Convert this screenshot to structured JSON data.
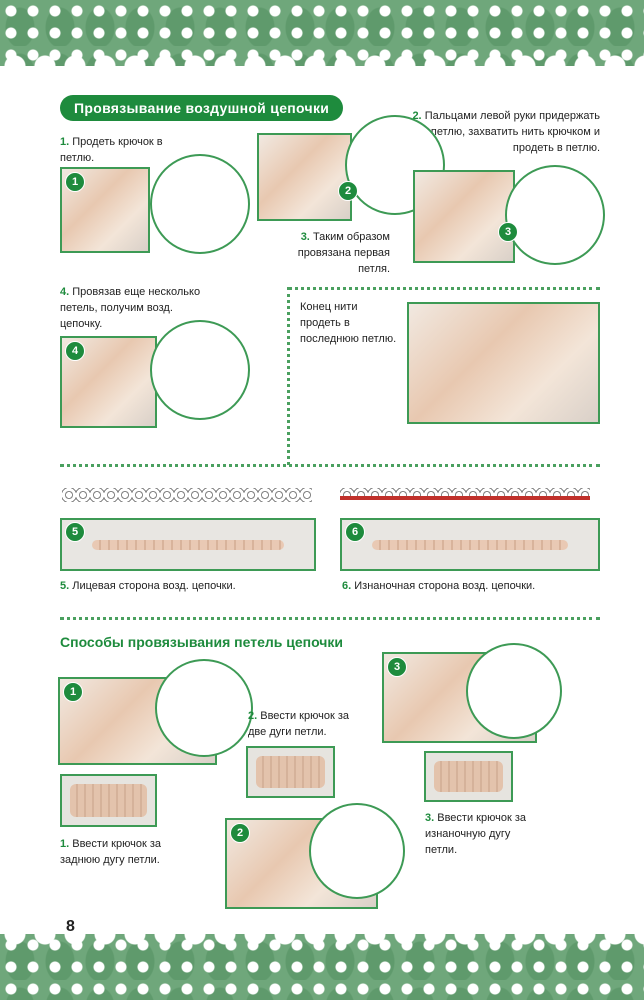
{
  "section1": {
    "title": "Провязывание воздушной цепочки",
    "steps": [
      {
        "num": "1.",
        "text": "Продеть крючок в петлю.",
        "badge": "1"
      },
      {
        "num": "2.",
        "text": "Пальцами левой руки придержать петлю, захватить нить крючком и продеть в петлю.",
        "badge": "2"
      },
      {
        "num": "3.",
        "text": "Таким образом провязана первая петля.",
        "badge": "3"
      },
      {
        "num": "4.",
        "text": "Провязав еще несколько петель, получим возд. цепочку.",
        "badge": "4"
      }
    ],
    "end_note": "Конец нити продеть в последнюю петлю.",
    "sides": [
      {
        "badge": "5",
        "num": "5.",
        "text": "Лицевая сторона возд. цепочки."
      },
      {
        "badge": "6",
        "num": "6.",
        "text": "Изнаночная сторона возд. цепочки."
      }
    ]
  },
  "section2": {
    "title": "Способы провязывания петель цепочки",
    "methods": [
      {
        "badge": "1",
        "num": "1.",
        "text": "Ввести крючок за заднюю дугу петли."
      },
      {
        "badge": "2",
        "num": "2.",
        "text": "Ввести крючок за две дуги петли."
      },
      {
        "badge": "3",
        "num": "3.",
        "text": "Ввести крючок за изнаночную дугу петли."
      }
    ]
  },
  "page_number": "8",
  "colors": {
    "accent": "#1e8b3d",
    "lace": "#5f9a6c",
    "highlight": "#c0312b"
  }
}
